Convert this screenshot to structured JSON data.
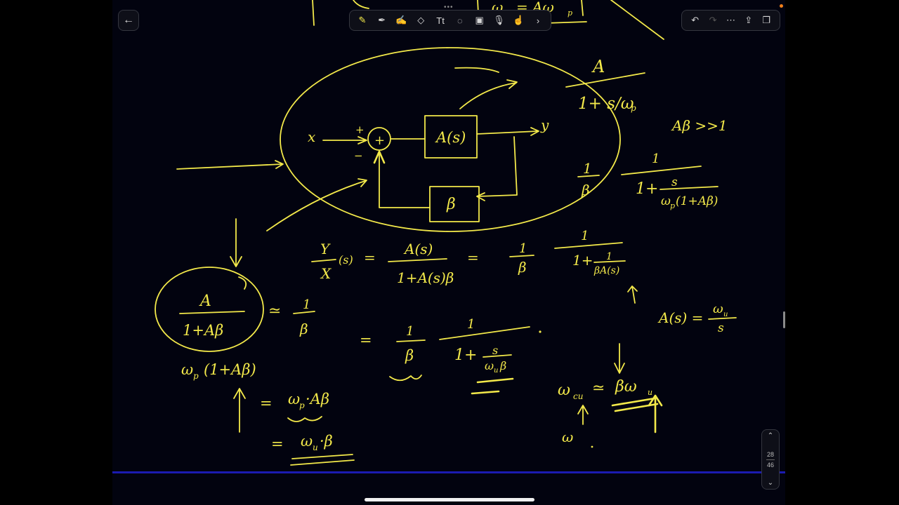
{
  "toolbar": {
    "tools": [
      {
        "icon": "highlighter-pen-icon",
        "glyph": "✎",
        "active": true
      },
      {
        "icon": "pen-icon",
        "glyph": "✒",
        "active": false
      },
      {
        "icon": "highlighter-icon",
        "glyph": "✍",
        "active": false
      },
      {
        "icon": "eraser-icon",
        "glyph": "◇",
        "active": false
      },
      {
        "icon": "text-tool-icon",
        "glyph": "Tt",
        "active": false
      },
      {
        "icon": "lasso-icon",
        "glyph": "◌",
        "active": false
      },
      {
        "icon": "image-icon",
        "glyph": "▣",
        "active": false
      },
      {
        "icon": "microphone-icon",
        "glyph": "🎙",
        "active": false
      },
      {
        "icon": "pointer-hand-icon",
        "glyph": "☝",
        "active": false
      },
      {
        "icon": "chevron-right-icon",
        "glyph": "›",
        "active": false
      }
    ]
  },
  "actions": {
    "undo": "↶",
    "redo": "↷",
    "more": "⋯",
    "export": "⇪",
    "pages": "❐"
  },
  "back": {
    "glyph": "←"
  },
  "page_nav": {
    "current": "28",
    "total": "46",
    "up": "⌃",
    "down": "⌄"
  },
  "colors": {
    "ink": "#f3e94a",
    "canvas": "#02030f",
    "accent_line": "#1b1bb0"
  },
  "notes": {
    "diag_x": "x",
    "diag_y": "y",
    "plus1": "+",
    "plus2": "+",
    "minus": "−",
    "block_a": "A(s)",
    "block_beta": "β",
    "tf_num": "A",
    "tf_den": "1+ s/ω",
    "tf_den_sub": "p",
    "ab_gg": "Aβ >>1",
    "one1": "1",
    "beta1": "β",
    "one2": "1",
    "onep": "1+",
    "s1": "s",
    "wpden": "ω",
    "wpden2": "(1+Aβ)",
    "p1": "p",
    "eq_y": "Y",
    "eq_x": "X",
    "eq_s": "(s)",
    "eq_eq": "=",
    "eq_as": "A(s)",
    "eq_den": "1+A(s)β",
    "eq_eq2": "=",
    "eq_one": "1",
    "eq_beta": "β",
    "eq_one2": "1",
    "eq_onep": "1+",
    "eq_small1": "1",
    "eq_small2": "βA(s)",
    "circ_a": "A",
    "circ_den": "1+Aβ",
    "approx": "≃",
    "ap_one": "1",
    "ap_beta": "β",
    "wp_label": "ω",
    "wp_sub": "p",
    "wp_rest": "(1+Aβ)",
    "eqa": "=",
    "eqa_val": "ω",
    "eqa_sub": "p",
    "eqa_rest": "·Aβ",
    "eqb": "=",
    "eqb_val": "ω",
    "eqb_sub": "u",
    "eqb_rest": "·β",
    "m_eq": "=",
    "m_one": "1",
    "m_beta": "β",
    "m_one2": "1",
    "m_onep": "1+",
    "m_s": "s",
    "m_wb": "ω",
    "m_wb_sub": "u",
    "m_wb_b": "β",
    "as_eq": "A(s) =",
    "as_num": "ω",
    "as_num_sub": "u",
    "as_den": "s",
    "wc": "ω",
    "wc_sub": "cu",
    "wc_approx": "≃",
    "wc_val": "βω",
    "wc_val_sub": "u",
    "w_bottom": "ω",
    "top1": "ω",
    "top1_sub": "p",
    "top2": "= Aω",
    "top2_sub": "p"
  }
}
